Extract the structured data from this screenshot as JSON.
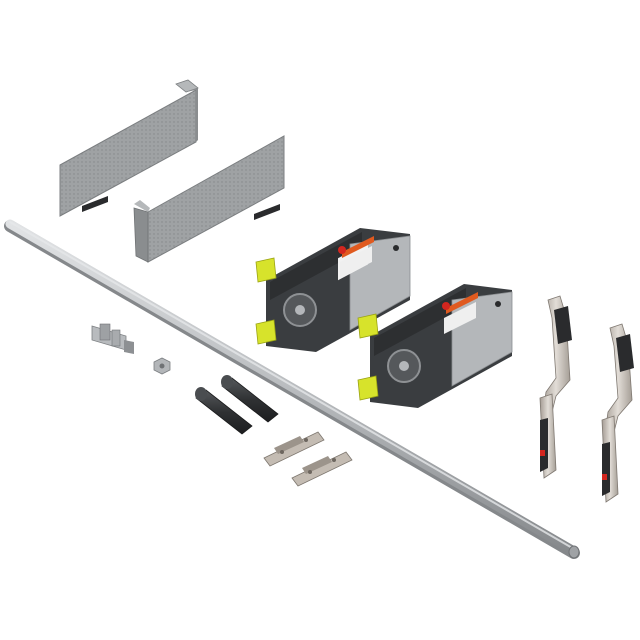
{
  "colors": {
    "background": "#ffffff",
    "panel_grey": "#9c9fa1",
    "panel_shadow": "#7b7e80",
    "rod_light": "#d2d5d7",
    "rod_dark": "#8e9194",
    "mechanism_dark": "#3a3d40",
    "mechanism_metal": "#b4b7ba",
    "accent_yellow": "#d7e32b",
    "accent_red": "#d3261f",
    "arm_metal": "#c9c2ba",
    "black_part": "#2a2b2d"
  },
  "parts": [
    {
      "name": "cover-panel",
      "count": 2,
      "icon": "cover-panel-icon"
    },
    {
      "name": "lift-mechanism",
      "count": 2,
      "icon": "lift-mechanism-icon"
    },
    {
      "name": "lift-arm",
      "count": 2,
      "icon": "lift-arm-icon"
    },
    {
      "name": "stabilizer-rod",
      "count": 1,
      "icon": "rod-icon"
    },
    {
      "name": "rubber-sleeve",
      "count": 2,
      "icon": "sleeve-icon"
    },
    {
      "name": "mounting-clip",
      "count": 2,
      "icon": "clip-icon"
    },
    {
      "name": "rod-connector",
      "count": 1,
      "icon": "connector-icon"
    },
    {
      "name": "nut",
      "count": 1,
      "icon": "nut-icon"
    }
  ]
}
